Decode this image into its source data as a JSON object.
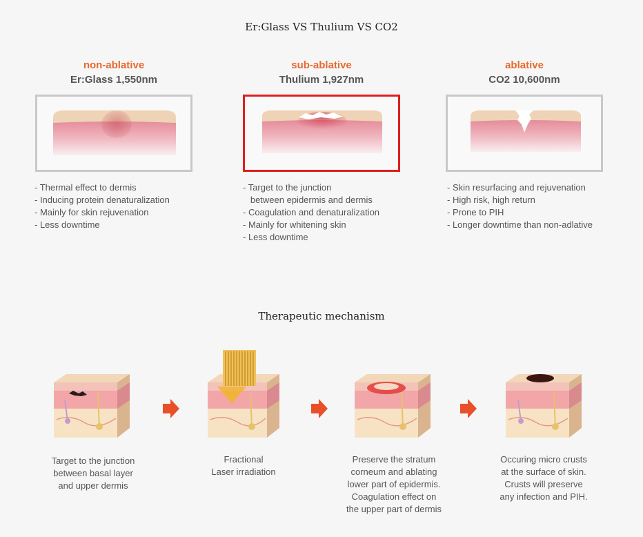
{
  "comparison": {
    "title": "Er:Glass VS Thulium VS CO2",
    "columns": [
      {
        "type": "non-ablative",
        "name": "Er:Glass 1,550nm",
        "bullets": [
          "- Thermal effect to dermis",
          "- Inducing protein denaturalization",
          "- Mainly for skin rejuvenation",
          "- Less downtime"
        ]
      },
      {
        "type": "sub-ablative",
        "name": "Thulium 1,927nm",
        "bullets": [
          "- Target to the junction",
          "   between epidermis and dermis",
          "- Coagulation and denaturalization",
          "- Mainly for whitening skin",
          "- Less downtime"
        ]
      },
      {
        "type": "ablative",
        "name": "CO2 10,600nm",
        "bullets": [
          "- Skin resurfacing and rejuvenation",
          "- High risk, high return",
          "- Prone to PIH",
          "- Longer downtime than non-adlative"
        ]
      }
    ]
  },
  "mechanism": {
    "title": "Therapeutic mechanism",
    "steps": [
      {
        "caption": "Target to the junction\nbetween basal layer\nand upper dermis",
        "icon": "skin-block-junction"
      },
      {
        "caption": "Fractional\nLaser irradiation",
        "icon": "skin-block-laser"
      },
      {
        "caption": "Preserve the stratum\ncorneum and ablating\nlower part of epidermis.\nCoagulation effect on\nthe upper part of dermis",
        "icon": "skin-block-coagulation"
      },
      {
        "caption": "Occuring micro crusts\nat the surface of skin.\nCrusts will preserve\nany infection and PIH.",
        "icon": "skin-block-crust"
      }
    ]
  },
  "colors": {
    "accent_orange": "#e8692e",
    "selected_border": "#dd1f1f",
    "frame_border": "#c8c8c8"
  }
}
